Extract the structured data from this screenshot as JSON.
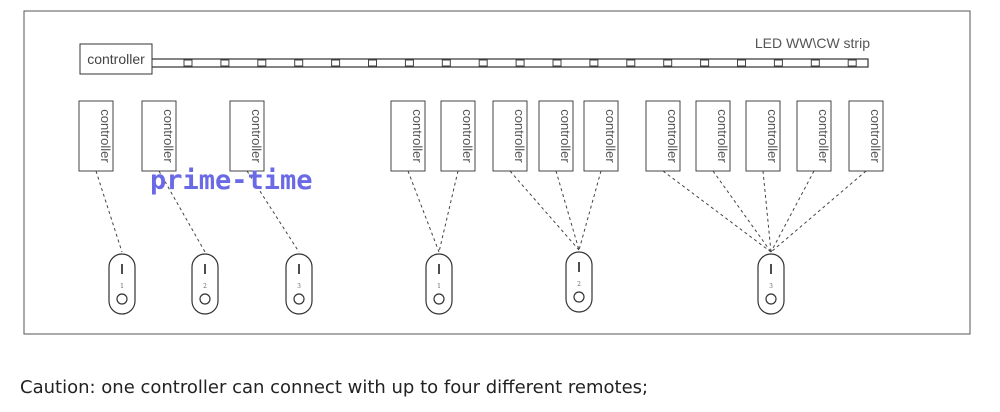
{
  "diagram": {
    "main_controller_label": "controller",
    "strip_label": "LED WW\\CW strip",
    "controller_label": "controller",
    "watermark": "prime-time",
    "groups": [
      {
        "remote_number": "1",
        "controller_count": 1
      },
      {
        "remote_number": "2",
        "controller_count": 1
      },
      {
        "remote_number": "3",
        "controller_count": 1
      },
      {
        "remote_number": "1",
        "controller_count": 2
      },
      {
        "remote_number": "2",
        "controller_count": 3
      },
      {
        "remote_number": "3",
        "controller_count": 5
      }
    ]
  },
  "caption": "Caution: one controller can connect with up to four different remotes;"
}
